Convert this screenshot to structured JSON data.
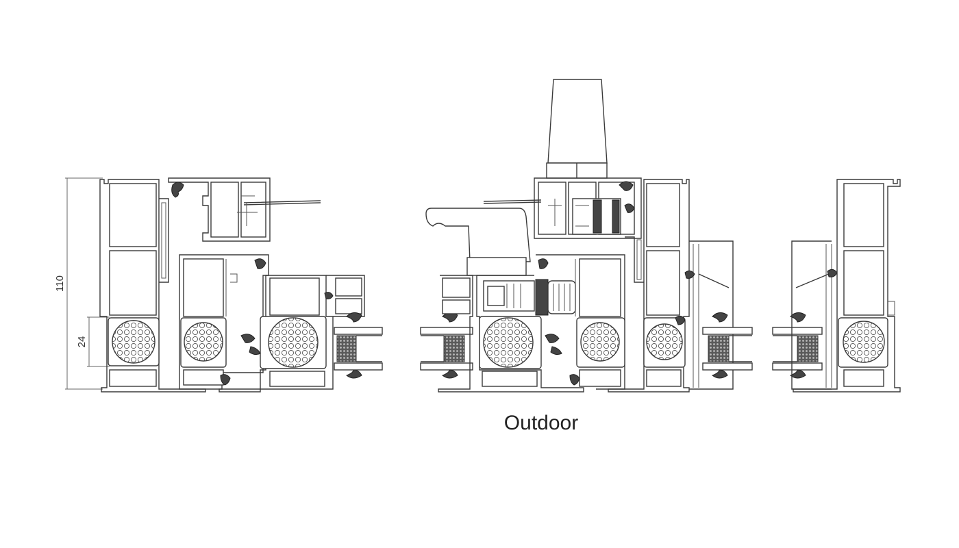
{
  "diagram": {
    "caption": "Outdoor",
    "dimensions": {
      "overall_height": "110",
      "thermal_break_height": "24"
    },
    "colors": {
      "line": "#3a3a3a",
      "seal": "#444444",
      "background": "#ffffff"
    }
  }
}
